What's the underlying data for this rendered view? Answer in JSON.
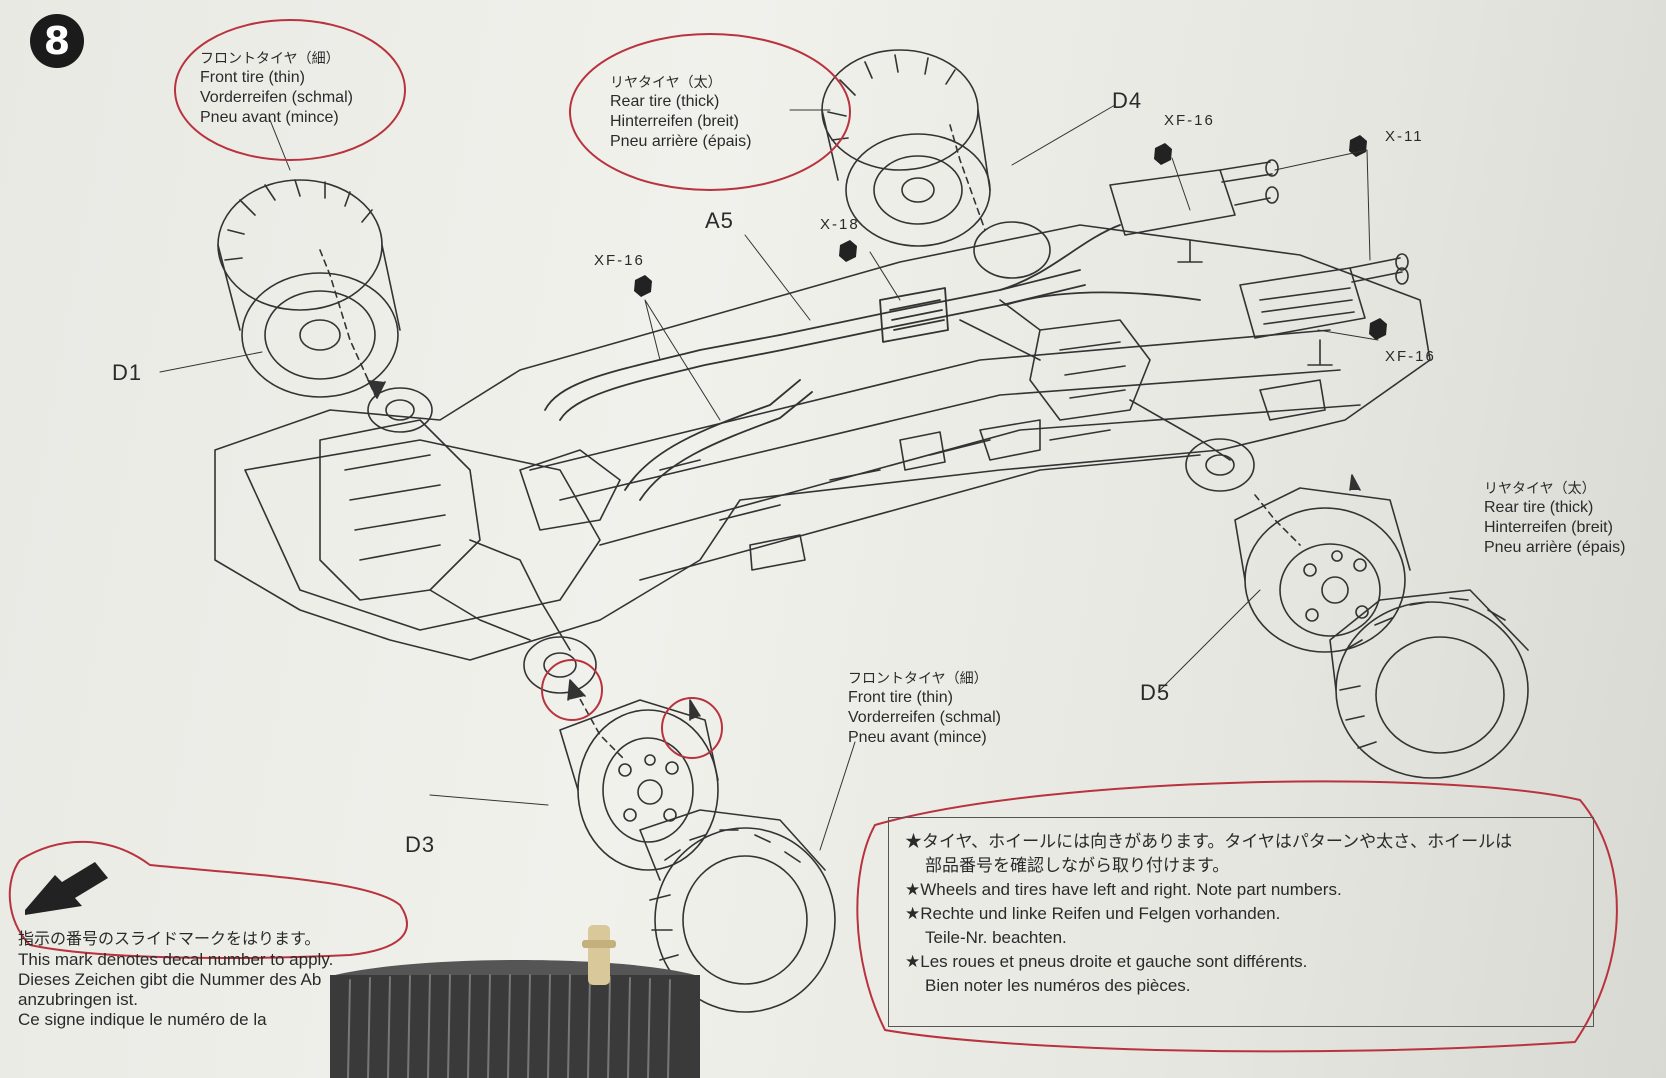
{
  "step": {
    "number": "8"
  },
  "tire_callouts": {
    "front_top": {
      "jp": "フロントタイヤ（細）",
      "en": "Front tire (thin)",
      "de": "Vorderreifen (schmal)",
      "fr": "Pneu avant (mince)"
    },
    "rear_top": {
      "jp": "リヤタイヤ（太）",
      "en": "Rear tire (thick)",
      "de": "Hinterreifen (breit)",
      "fr": "Pneu arrière (épais)"
    },
    "rear_right": {
      "jp": "リヤタイヤ（太）",
      "en": "Rear tire (thick)",
      "de": "Hinterreifen (breit)",
      "fr": "Pneu arrière (épais)"
    },
    "front_bottom": {
      "jp": "フロントタイヤ（細）",
      "en": "Front tire (thin)",
      "de": "Vorderreifen (schmal)",
      "fr": "Pneu avant (mince)"
    }
  },
  "part_labels": {
    "d1": "D1",
    "d3": "D3",
    "d4": "D4",
    "d5": "D5",
    "a5": "A5"
  },
  "screw_labels": {
    "xf16_left": "XF-16",
    "x18": "X-18",
    "xf16_top": "XF-16",
    "x11": "X-11",
    "xf16_right": "XF-16"
  },
  "decal_note": {
    "jp": "指示の番号のスライドマークをはります。",
    "en": "This mark denotes decal number to apply.",
    "de1": "Dieses Zeichen gibt die Nummer des Ab",
    "de2": "anzubringen ist.",
    "fr": "Ce signe indique le numéro de la"
  },
  "wheel_note": {
    "jp1": "★タイヤ、ホイールには向きがあります。タイヤはパターンや太さ、ホイールは",
    "jp2": "部品番号を確認しながら取り付けます。",
    "en": "★Wheels and tires have left and right. Note part numbers.",
    "de1": "★Rechte und linke Reifen und Felgen vorhanden.",
    "de2": "Teile-Nr. beachten.",
    "fr1": "★Les roues et pneus droite et gauche sont différents.",
    "fr2": "Bien noter les numéros des pièces."
  },
  "colors": {
    "ink": "#2a2a2a",
    "pen_marker": "#b8333e",
    "paper": "#eeeeea"
  }
}
